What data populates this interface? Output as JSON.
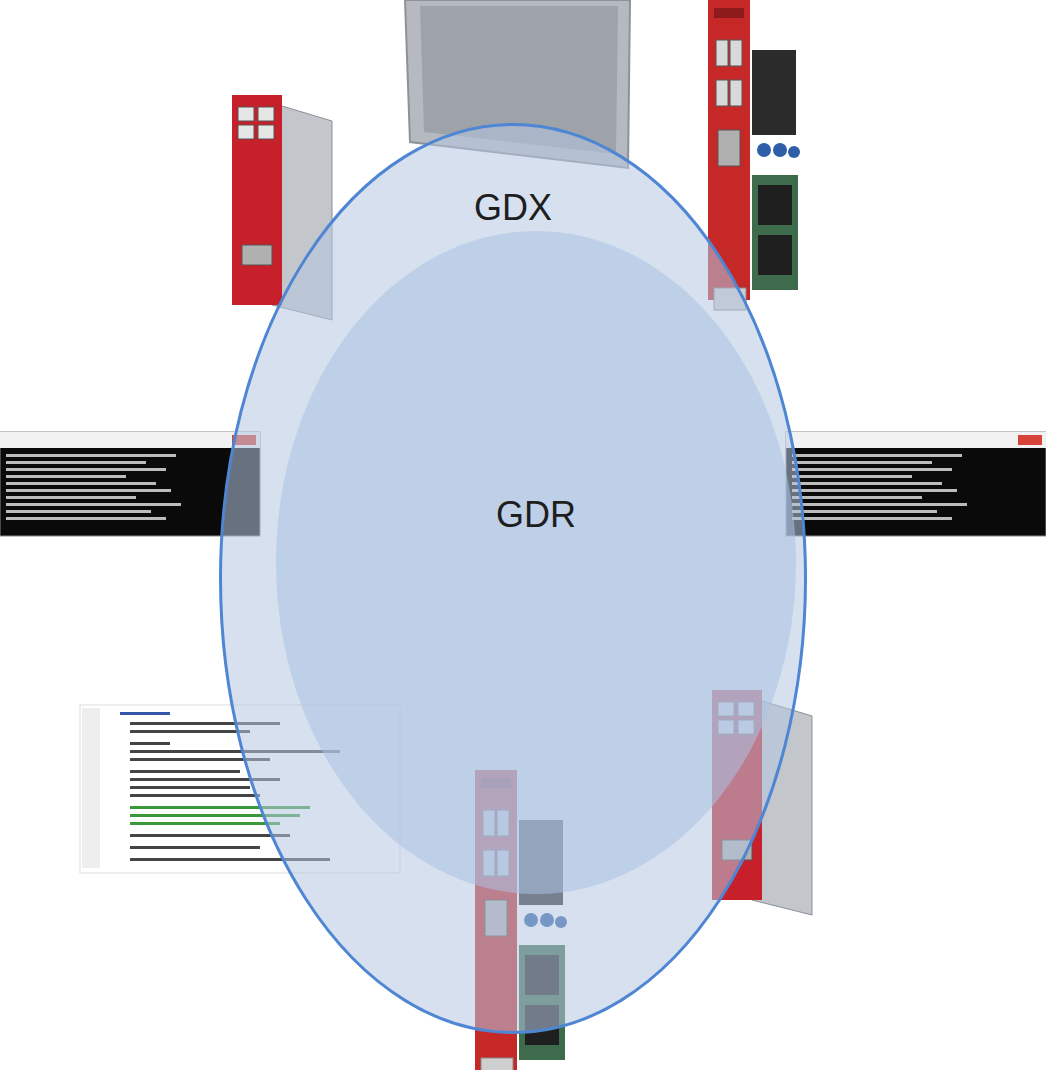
{
  "diagram": {
    "nodes": [
      {
        "text": [
          "GDX"
        ]
      },
      {
        "text": [
          "GDR"
        ],
        "in": 0
      }
    ]
  }
}
